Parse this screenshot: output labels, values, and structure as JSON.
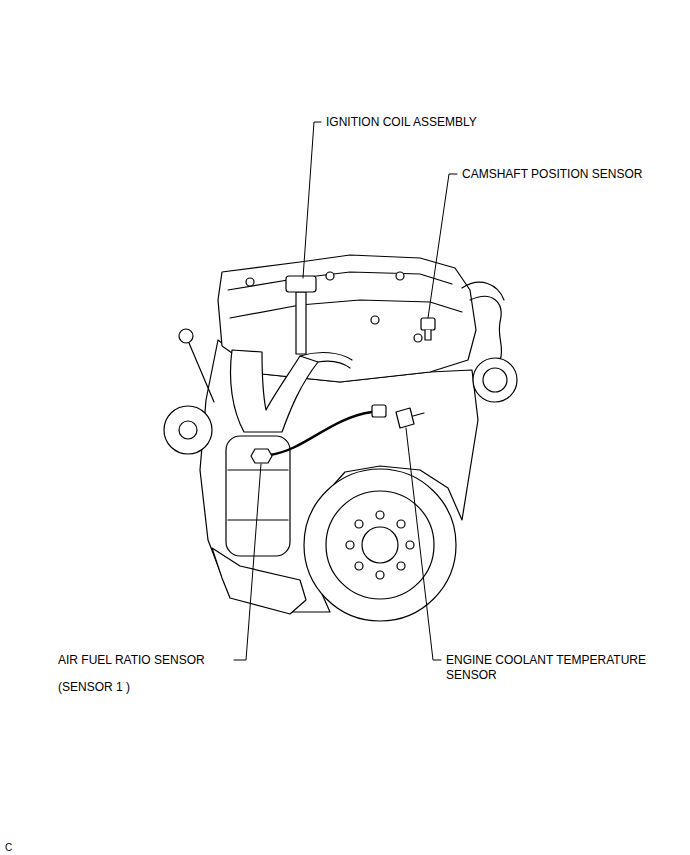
{
  "diagram": {
    "labels": [
      "IGNITION COIL ASSEMBLY",
      "CAMSHAFT POSITION SENSOR",
      "AIR FUEL RATIO SENSOR",
      "(SENSOR 1 )",
      "ENGINE COOLANT TEMPERATURE SENSOR",
      "C"
    ]
  }
}
